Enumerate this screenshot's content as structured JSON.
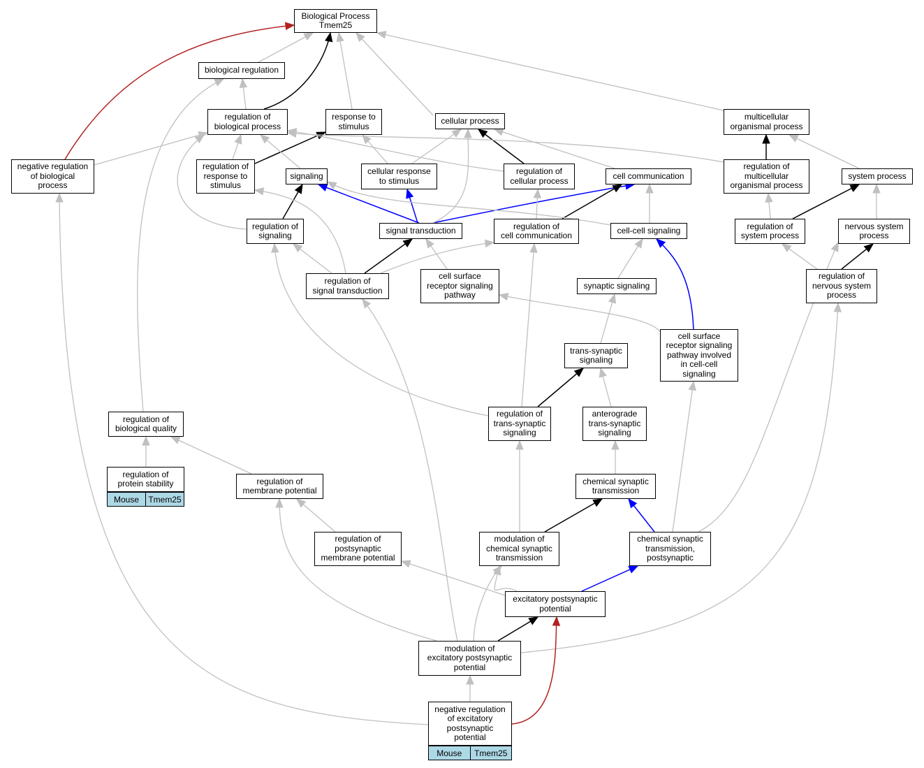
{
  "diagram": {
    "nodes": [
      {
        "id": "bp",
        "label": "Biological Process\nTmem25"
      },
      {
        "id": "breg",
        "label": "biological regulation"
      },
      {
        "id": "rbp",
        "label": "regulation of\nbiological process"
      },
      {
        "id": "rts",
        "label": "response to\nstimulus"
      },
      {
        "id": "cp",
        "label": "cellular process"
      },
      {
        "id": "mop",
        "label": "multicellular\norganismal process"
      },
      {
        "id": "nrbp",
        "label": "negative regulation\nof biological\nprocess"
      },
      {
        "id": "rrs",
        "label": "regulation of\nresponse to\nstimulus"
      },
      {
        "id": "sig",
        "label": "signaling"
      },
      {
        "id": "crs",
        "label": "cellular response\nto stimulus"
      },
      {
        "id": "rcp",
        "label": "regulation of\ncellular process"
      },
      {
        "id": "cc",
        "label": "cell communication"
      },
      {
        "id": "rmop",
        "label": "regulation of\nmulticellular\norganismal process"
      },
      {
        "id": "sp",
        "label": "system process"
      },
      {
        "id": "rsig",
        "label": "regulation of\nsignaling"
      },
      {
        "id": "st",
        "label": "signal transduction"
      },
      {
        "id": "rcc",
        "label": "regulation of\ncell communication"
      },
      {
        "id": "ccs",
        "label": "cell-cell signaling"
      },
      {
        "id": "rsp",
        "label": "regulation of\nsystem process"
      },
      {
        "id": "nsp",
        "label": "nervous system\nprocess"
      },
      {
        "id": "rst",
        "label": "regulation of\nsignal transduction"
      },
      {
        "id": "csrsp",
        "label": "cell surface\nreceptor signaling\npathway"
      },
      {
        "id": "ss",
        "label": "synaptic signaling"
      },
      {
        "id": "rnsp",
        "label": "regulation of\nnervous system\nprocess"
      },
      {
        "id": "csrsp2",
        "label": "cell surface\nreceptor signaling\npathway involved\nin cell-cell\nsignaling"
      },
      {
        "id": "tss",
        "label": "trans-synaptic\nsignaling"
      },
      {
        "id": "rbq",
        "label": "regulation of\nbiological quality"
      },
      {
        "id": "rtss",
        "label": "regulation of\ntrans-synaptic\nsignaling"
      },
      {
        "id": "atss",
        "label": "anterograde\ntrans-synaptic\nsignaling"
      },
      {
        "id": "rps",
        "label": "regulation of\nprotein stability"
      },
      {
        "id": "rmp",
        "label": "regulation of\nmembrane potential"
      },
      {
        "id": "cst",
        "label": "chemical synaptic\ntransmission"
      },
      {
        "id": "rpmp",
        "label": "regulation of\npostsynaptic\nmembrane potential"
      },
      {
        "id": "mcst",
        "label": "modulation of\nchemical synaptic\ntransmission"
      },
      {
        "id": "cstp",
        "label": "chemical synaptic\ntransmission,\npostsynaptic"
      },
      {
        "id": "epp",
        "label": "excitatory postsynaptic\npotential"
      },
      {
        "id": "mepp",
        "label": "modulation of\nexcitatory postsynaptic\npotential"
      },
      {
        "id": "nrepp",
        "label": "negative regulation\nof excitatory\npostsynaptic\npotential"
      }
    ],
    "annotations": [
      {
        "node": "rps",
        "cells": [
          "Mouse",
          "Tmem25"
        ]
      },
      {
        "node": "nrepp",
        "cells": [
          "Mouse",
          "Tmem25"
        ]
      }
    ],
    "edge_colors": {
      "is_a": "#c0c0c0",
      "part_of": "#000000",
      "regulates": "#0000ff",
      "negatively_regulates": "#b22222"
    }
  }
}
